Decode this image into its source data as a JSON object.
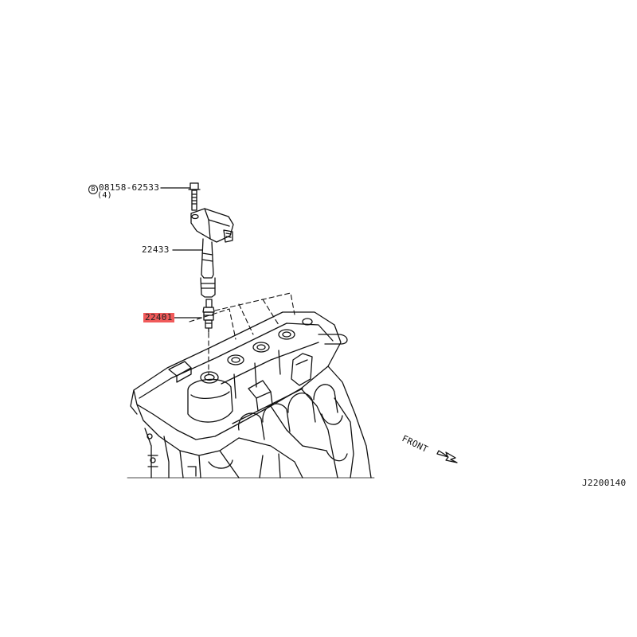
{
  "diagram": {
    "bolt_part": {
      "symbol": "B",
      "number": "08158-62533",
      "qty": "(4)"
    },
    "coil_part": {
      "number": "22433"
    },
    "plug_part": {
      "number": "22401",
      "highlight_color": "#f05a5a"
    },
    "direction_label": "FRONT",
    "figure_code": "J2200140"
  }
}
